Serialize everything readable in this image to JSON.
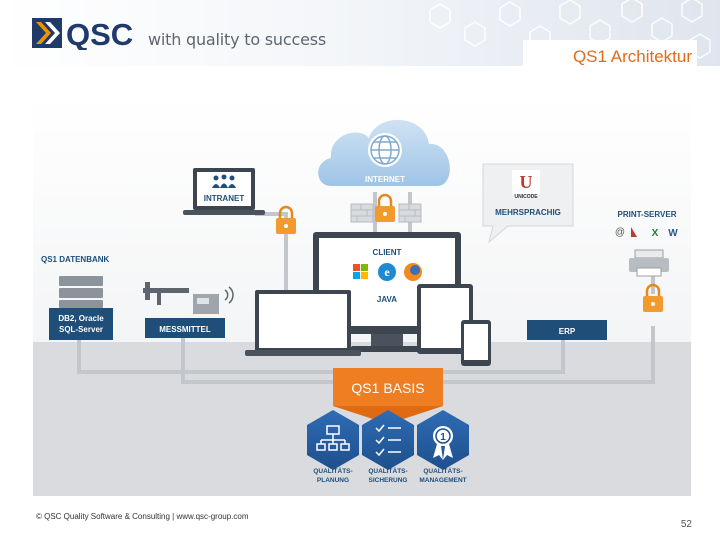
{
  "header": {
    "logo_text": "QSC",
    "tagline": "with quality to success",
    "title": "QS1 Architektur"
  },
  "diagram": {
    "internet_label": "INTERNET",
    "intranet_label": "INTRANET",
    "unicode_logo_text": "UNICODE",
    "multilingual_label": "MEHRSPRACHIG",
    "print_server_label": "PRINT-SERVER",
    "database": {
      "title": "QS1 DATENBANK",
      "line1": "DB2, Oracle",
      "line2": "SQL-Server"
    },
    "measuring_label": "MESSMITTEL",
    "client_label": "CLIENT",
    "java_label": "JAVA",
    "erp_label": "ERP",
    "basis_label": "QS1 BASIS",
    "modules": [
      {
        "line1": "QUALITÄTS-",
        "line2": "PLANUNG",
        "icon": "org-chart-icon"
      },
      {
        "line1": "QUALITÄTS-",
        "line2": "SICHERUNG",
        "icon": "checklist-icon"
      },
      {
        "line1": "QUALITÄTS-",
        "line2": "MANAGEMENT",
        "icon": "award-badge-icon"
      }
    ]
  },
  "footer": {
    "copyright": "© QSC Quality Software & Consulting | www.qsc-group.com",
    "page_number": "52"
  },
  "colors": {
    "accent_orange": "#e46a17",
    "navy_label": "#1f4e79",
    "teal_blue": "#3b7dc4",
    "basis_orange": "#ef7d22"
  }
}
